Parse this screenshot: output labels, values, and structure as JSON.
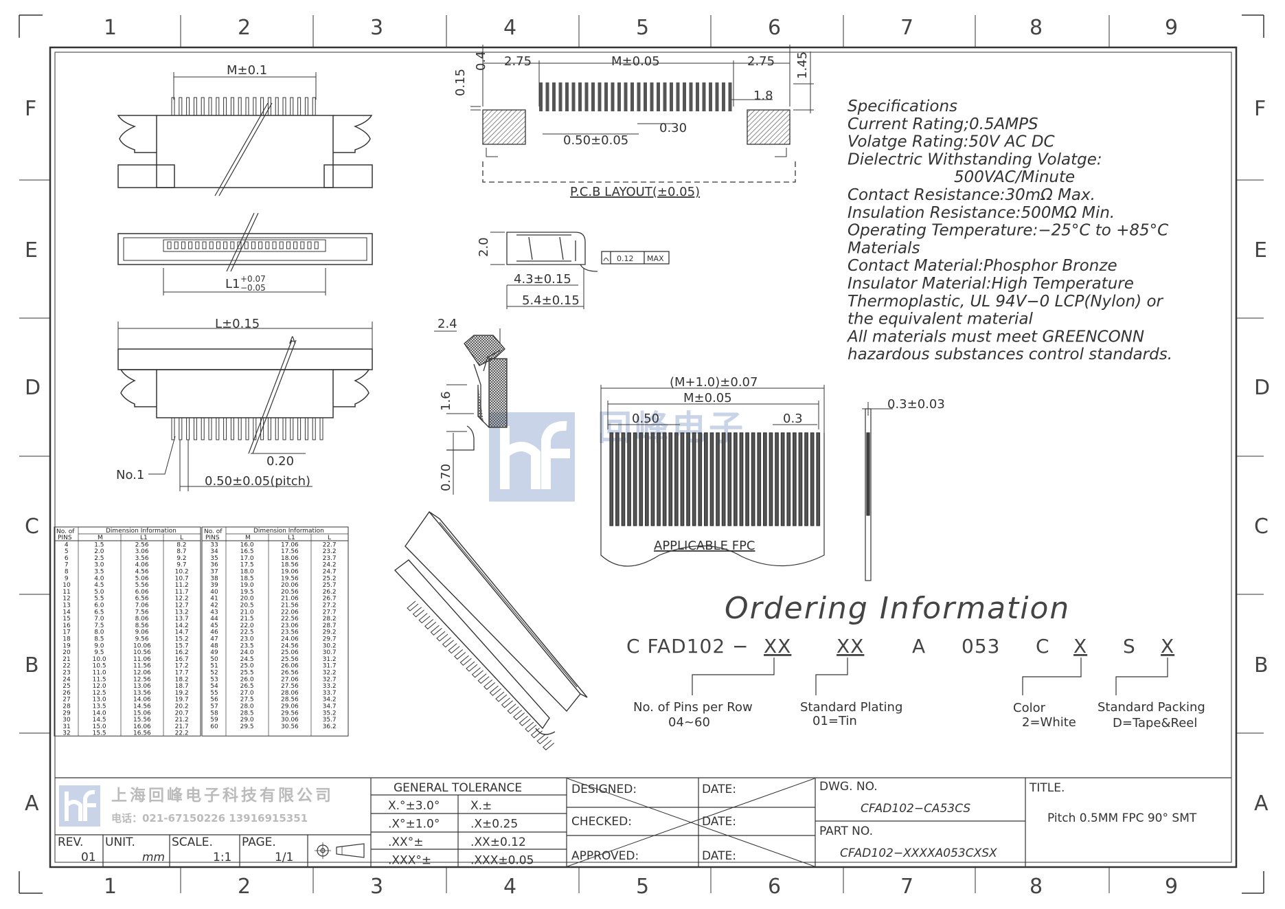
{
  "zones": {
    "columns": [
      "1",
      "2",
      "3",
      "4",
      "5",
      "6",
      "7",
      "8",
      "9"
    ],
    "rows": [
      "F",
      "E",
      "D",
      "C",
      "B",
      "A"
    ]
  },
  "specifications": {
    "lines": [
      "Specifications",
      "Current Rating;0.5AMPS",
      "Volatge Rating:50V AC DC",
      "Dielectric Withstanding Volatge:",
      "500VAC/Minute",
      "Contact Resistance:30mΩ Max.",
      "Insulation Resistance:500MΩ Min.",
      "Operating Temperature:−25°C to +85°C",
      "Materials",
      "Contact Material:Phosphor Bronze",
      "Insulator Material:High Temperature",
      "Thermoplastic, UL 94V−0 LCP(Nylon) or",
      "the equivalent material",
      "All materials must meet GREENCONN",
      "hazardous substances control standards."
    ]
  },
  "dimensions": {
    "top_m": "M±0.1",
    "l1": "L1",
    "l1_tol_upper": "+0.07",
    "l1_tol_lower": "−0.05",
    "l": "L±0.15",
    "a_mark": "A",
    "no1": "No.1",
    "pitch_020": "0.20",
    "pitch": "0.50±0.05(pitch)",
    "pcb_04": "0.4",
    "pcb_015": "0.15",
    "pcb_275_left": "2.75",
    "pcb_m": "M±0.05",
    "pcb_275_right": "2.75",
    "pcb_145": "1.45",
    "pcb_18": "1.8",
    "pcb_030": "0.30",
    "pcb_050": "0.50±0.05",
    "pcb_layout": "P.C.B LAYOUT(±0.05)",
    "side_20": "2.0",
    "side_43": "4.3±0.15",
    "side_54": "5.4±0.15",
    "flatness_value": "0.12",
    "flatness_max": "MAX",
    "sec_24": "2.4",
    "sec_16": "1.6",
    "sec_070": "0.70",
    "fpc_m1": "(M+1.0)±0.07",
    "fpc_m": "M±0.05",
    "fpc_050": "0.50",
    "fpc_03": "0.3",
    "fpc_thick": "0.3±0.03",
    "fpc_label": "APPLICABLE FPC"
  },
  "dimension_table": {
    "header_pins": "No. of PINS",
    "header_group": "Dimension Information",
    "columns": [
      "M",
      "L1",
      "L"
    ],
    "left_rows": [
      [
        "4",
        "1.5",
        "2.56",
        "8.2"
      ],
      [
        "5",
        "2.0",
        "3.06",
        "8.7"
      ],
      [
        "6",
        "2.5",
        "3.56",
        "9.2"
      ],
      [
        "7",
        "3.0",
        "4.06",
        "9.7"
      ],
      [
        "8",
        "3.5",
        "4.56",
        "10.2"
      ],
      [
        "9",
        "4.0",
        "5.06",
        "10.7"
      ],
      [
        "10",
        "4.5",
        "5.56",
        "11.2"
      ],
      [
        "11",
        "5.0",
        "6.06",
        "11.7"
      ],
      [
        "12",
        "5.5",
        "6.56",
        "12.2"
      ],
      [
        "13",
        "6.0",
        "7.06",
        "12.7"
      ],
      [
        "14",
        "6.5",
        "7.56",
        "13.2"
      ],
      [
        "15",
        "7.0",
        "8.06",
        "13.7"
      ],
      [
        "16",
        "7.5",
        "8.56",
        "14.2"
      ],
      [
        "17",
        "8.0",
        "9.06",
        "14.7"
      ],
      [
        "18",
        "8.5",
        "9.56",
        "15.2"
      ],
      [
        "19",
        "9.0",
        "10.06",
        "15.7"
      ],
      [
        "20",
        "9.5",
        "10.56",
        "16.2"
      ],
      [
        "21",
        "10.0",
        "11.06",
        "16.7"
      ],
      [
        "22",
        "10.5",
        "11.56",
        "17.2"
      ],
      [
        "23",
        "11.0",
        "12.06",
        "17.7"
      ],
      [
        "24",
        "11.5",
        "12.56",
        "18.2"
      ],
      [
        "25",
        "12.0",
        "13.06",
        "18.7"
      ],
      [
        "26",
        "12.5",
        "13.56",
        "19.2"
      ],
      [
        "27",
        "13.0",
        "14.06",
        "19.7"
      ],
      [
        "28",
        "13.5",
        "14.56",
        "20.2"
      ],
      [
        "29",
        "14.0",
        "15.06",
        "20.7"
      ],
      [
        "30",
        "14.5",
        "15.56",
        "21.2"
      ],
      [
        "31",
        "15.0",
        "16.06",
        "21.7"
      ],
      [
        "32",
        "15.5",
        "16.56",
        "22.2"
      ]
    ],
    "right_rows": [
      [
        "33",
        "16.0",
        "17.06",
        "22.7"
      ],
      [
        "34",
        "16.5",
        "17.56",
        "23.2"
      ],
      [
        "35",
        "17.0",
        "18.06",
        "23.7"
      ],
      [
        "36",
        "17.5",
        "18.56",
        "24.2"
      ],
      [
        "37",
        "18.0",
        "19.06",
        "24.7"
      ],
      [
        "38",
        "18.5",
        "19.56",
        "25.2"
      ],
      [
        "39",
        "19.0",
        "20.06",
        "25.7"
      ],
      [
        "40",
        "19.5",
        "20.56",
        "26.2"
      ],
      [
        "41",
        "20.0",
        "21.06",
        "26.7"
      ],
      [
        "42",
        "20.5",
        "21.56",
        "27.2"
      ],
      [
        "43",
        "21.0",
        "22.06",
        "27.7"
      ],
      [
        "44",
        "21.5",
        "22.56",
        "28.2"
      ],
      [
        "45",
        "22.0",
        "23.06",
        "28.7"
      ],
      [
        "46",
        "22.5",
        "23.56",
        "29.2"
      ],
      [
        "47",
        "23.0",
        "24.06",
        "29.7"
      ],
      [
        "48",
        "23.5",
        "24.56",
        "30.2"
      ],
      [
        "49",
        "24.0",
        "25.06",
        "30.7"
      ],
      [
        "50",
        "24.5",
        "25.56",
        "31.2"
      ],
      [
        "51",
        "25.0",
        "26.06",
        "31.7"
      ],
      [
        "52",
        "25.5",
        "26.56",
        "32.2"
      ],
      [
        "53",
        "26.0",
        "27.06",
        "32.7"
      ],
      [
        "54",
        "26.5",
        "27.56",
        "33.2"
      ],
      [
        "55",
        "27.0",
        "28.06",
        "33.7"
      ],
      [
        "56",
        "27.5",
        "28.56",
        "34.2"
      ],
      [
        "57",
        "28.0",
        "29.06",
        "34.7"
      ],
      [
        "58",
        "28.5",
        "29.56",
        "35.2"
      ],
      [
        "59",
        "29.0",
        "30.06",
        "35.7"
      ],
      [
        "60",
        "29.5",
        "30.56",
        "36.2"
      ]
    ]
  },
  "ordering": {
    "title": "Ordering Information",
    "code": [
      "C FAD102 −",
      "XX",
      "XX",
      "A",
      "053",
      "C",
      "X",
      "S",
      "X"
    ],
    "notes": [
      {
        "line1": "No. of Pins per Row",
        "line2": "04~60"
      },
      {
        "line1": "Standard Plating",
        "line2": "01=Tin"
      },
      {
        "line1": "Color",
        "line2": "2=White"
      },
      {
        "line1": "Standard Packing",
        "line2": "D=Tape&Reel"
      }
    ]
  },
  "title_block": {
    "company_cn": "上海回峰电子科技有限公司",
    "phone": "电话：021-67150226  13916915351",
    "general_tolerance": "GENERAL TOLERANCE",
    "tol": [
      [
        "X.°±3.0°",
        "X.±"
      ],
      [
        ".X°±1.0°",
        ".X±0.25"
      ],
      [
        ".XX°±",
        ".XX±0.12"
      ],
      [
        ".XXX°±",
        ".XXX±0.05"
      ]
    ],
    "rev_label": "REV.",
    "rev_value": "01",
    "unit_label": "UNIT.",
    "unit_value": "mm",
    "scale_label": "SCALE.",
    "scale_value": "1:1",
    "page_label": "PAGE.",
    "page_value": "1/1",
    "designed": "DESIGNED:",
    "checked": "CHECKED:",
    "approved": "APPROVED:",
    "date": "DATE:",
    "dwg_label": "DWG. NO.",
    "dwg_value": "CFAD102−CA53CS",
    "part_label": "PART NO.",
    "part_value": "CFAD102−XXXXA053CXSX",
    "title_label": "TITLE.",
    "title_value": "Pitch 0.5MM FPC 90° SMT"
  },
  "watermark": {
    "text": "回峰电子"
  },
  "colors": {
    "line": "#333333",
    "watermark": "#9db2d6",
    "hatch": "#555555"
  }
}
